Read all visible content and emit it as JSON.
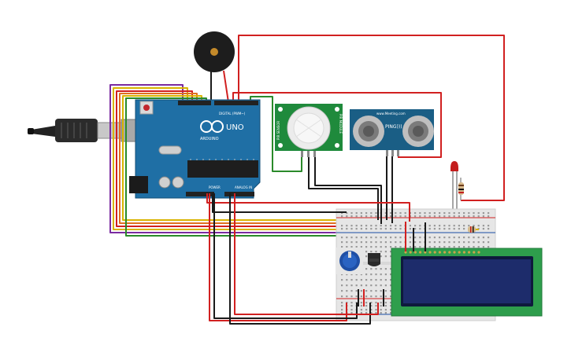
{
  "arduino": {
    "brand": "ARDUINO",
    "model": "UNO",
    "digital_label": "DIGITAL (PWM~)",
    "power_label": "POWER",
    "analog_label": "ANALOG IN",
    "board_color": "#1f6fa5"
  },
  "ultrasonic": {
    "model": "PING)))",
    "site": "www.Meeting.com",
    "board_color": "#1a5e85"
  },
  "pir": {
    "left_text": "PIR SENSOR",
    "right_text": "PIR MODULE",
    "board_color": "#1f8a3c"
  },
  "lcd": {
    "board_color": "#2e9e4c",
    "screen_color": "#1d2c6b"
  },
  "colors": {
    "wire_red": "#d12020",
    "wire_black": "#1a1a1a",
    "wire_green": "#2a8a2a",
    "wire_yellow": "#d8b400",
    "wire_purple": "#7a2aa0",
    "wire_orange": "#e07020",
    "led_red": "#c41e1e"
  },
  "icons": [
    "usb-cable-icon",
    "piezo-buzzer-icon",
    "led-icon",
    "resistor-icon",
    "potentiometer-icon",
    "temperature-sensor-icon"
  ]
}
